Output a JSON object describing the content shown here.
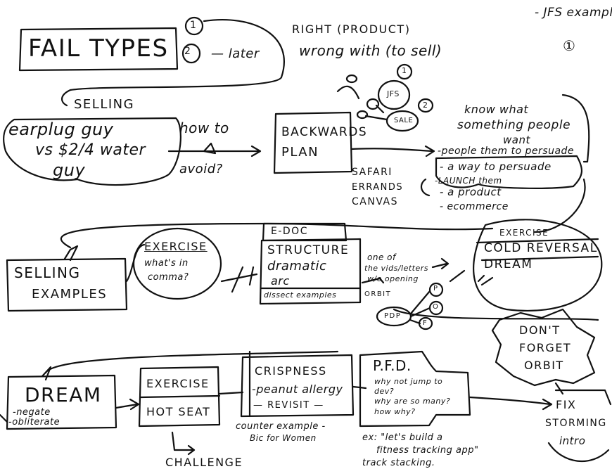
{
  "header": {
    "note": "- JFS example",
    "num_right": "①"
  },
  "fail_types": {
    "title": "FAIL TYPES",
    "one": "①",
    "two": "②",
    "later": "— later",
    "right": "RIGHT (PRODUCT)",
    "wrong": "wrong with (to sell)"
  },
  "selling": {
    "label": "SELLING",
    "lines": [
      "earplug guy",
      "vs $2/4 water",
      "guy"
    ],
    "how_to": "how to",
    "avoid": "avoid?"
  },
  "backwards": {
    "title": "BACKWARDS",
    "plan": "PLAN",
    "examples": [
      "SAFARI",
      "ERRANDS",
      "CANVAS"
    ]
  },
  "bubbles": {
    "one": "1",
    "two": "2",
    "jfs": "JFS",
    "sale": "SALE"
  },
  "notes": {
    "lines": [
      "know what",
      "something people",
      "want",
      "-people them to persuade",
      "- a way to persuade",
      "-LAUNCH them",
      "- a product",
      "- ecommerce"
    ]
  },
  "edoc": {
    "title": "E-DOC",
    "structure": "STRUCTURE",
    "dramatic": "dramatic",
    "arc": "arc",
    "dissect": "dissect examples"
  },
  "selling_examples": {
    "line1": "SELLING",
    "line2": "EXAMPLES"
  },
  "exercise_comma": {
    "title": "EXERCISE",
    "line1": "what's in",
    "line2": "comma?"
  },
  "vids": {
    "lines": [
      "one of",
      "the vids/letters",
      "w/o opening"
    ],
    "orbit": "ORBIT",
    "pdp": "PDP",
    "p": "P",
    "o": "O",
    "f": "F"
  },
  "cold_reversal": {
    "exercise": "EXERCISE",
    "title": "COLD REVERSAL",
    "dream": "DREAM"
  },
  "dont_forget": {
    "lines": [
      "DON'T",
      "FORGET",
      "ORBIT"
    ]
  },
  "dream": {
    "title": "DREAM",
    "negate": "-negate",
    "obliterate": "-obliterate"
  },
  "hot_seat": {
    "exercise": "EXERCISE",
    "title": "HOT SEAT",
    "challenge": "CHALLENGE"
  },
  "crispness": {
    "title": "CRISPNESS",
    "peanut": "-peanut allergy",
    "revisit": "— REVISIT —",
    "counter": "counter example -",
    "bic": "Bic for Women"
  },
  "pfd": {
    "title": "P.F.D.",
    "lines": [
      "why not jump to",
      "dev?",
      "why are so many?",
      "how why?"
    ],
    "ex1": "ex: \"let's build a",
    "ex2": "fitness tracking app\"",
    "ex3": "track stacking."
  },
  "fix": {
    "lines": [
      "FIX",
      "STORMING",
      "intro"
    ]
  }
}
